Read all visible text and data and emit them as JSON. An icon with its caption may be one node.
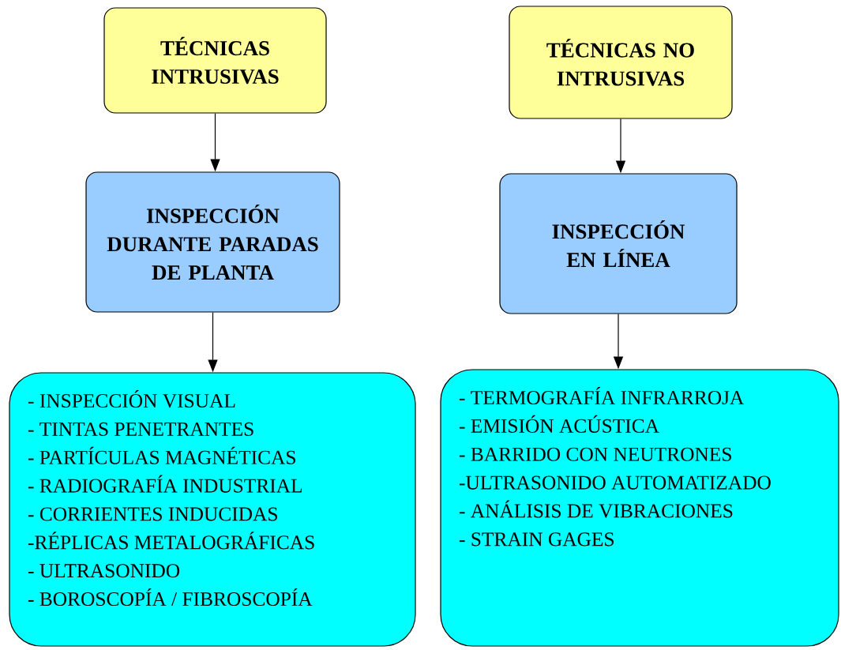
{
  "diagram": {
    "nodes": [
      {
        "text": [
          "TÉCNICAS INTRUSIVAS"
        ]
      },
      {
        "text": [
          "TÉCNICAS NO INTRUSIVAS"
        ]
      },
      {
        "text": [
          "INSPECCIÓN DURANTE PARADAS DE PLANTA"
        ]
      },
      {
        "text": [
          "INSPECCIÓN EN LÍNEA"
        ]
      },
      {
        "text": [
          "- INSPECCIÓN VISUAL",
          "- TINTAS PENETRANTES",
          "- PARTÍCULAS MAGNÉTICAS",
          "- RADIOGRAFÍA INDUSTRIAL",
          "- CORRIENTES INDUCIDAS",
          "-RÉPLICAS METALOGRÁFICAS",
          "- ULTRASONIDO",
          "- BOROSCOPÍA / FIBROSCOPÍA"
        ]
      },
      {
        "text": [
          "- TERMOGRAFÍA INFRARROJA",
          "- EMISIÓN ACÚSTICA",
          "- BARRIDO CON NEUTRONES",
          "-ULTRASONIDO AUTOMATIZADO",
          "- ANÁLISIS DE VIBRACIONES",
          "- STRAIN GAGES"
        ]
      }
    ],
    "edges": [
      {
        "from": 0,
        "to": 2,
        "arrow": "to"
      },
      {
        "from": 1,
        "to": 3,
        "arrow": "to"
      },
      {
        "from": 2,
        "to": 4,
        "arrow": "to"
      },
      {
        "from": 3,
        "to": 5,
        "arrow": "to"
      }
    ]
  }
}
